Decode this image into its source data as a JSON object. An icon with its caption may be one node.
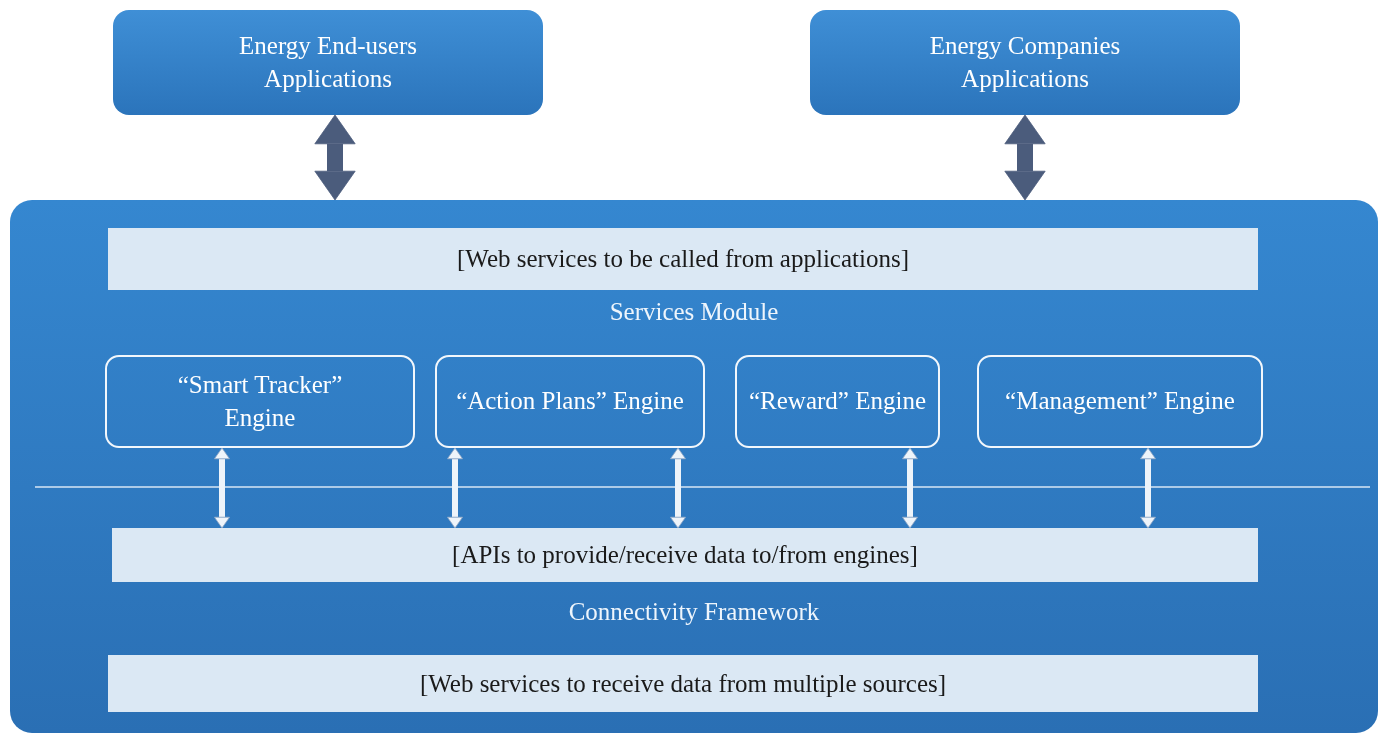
{
  "diagram": {
    "nodes": [
      {
        "text": [
          "Energy End-users Applications"
        ]
      },
      {
        "text": [
          "Energy Companies Applications"
        ]
      },
      {
        "text": [],
        "shape": "box"
      },
      {
        "text": [
          "[Web services to be called from applications]"
        ],
        "in": 2
      },
      {
        "text": [
          "“Smart Tracker” Engine"
        ],
        "in": 2
      },
      {
        "text": [
          "“Action Plans” Engine"
        ],
        "in": 2
      },
      {
        "text": [
          "“Reward” Engine"
        ],
        "in": 2
      },
      {
        "text": [
          "“Management” Engine"
        ],
        "in": 2
      },
      {
        "text": [
          "[APIs to provide/receive data to/from engines]"
        ],
        "in": 2
      },
      {
        "text": [
          "[Web services to receive data from multiple sources]"
        ],
        "in": 2
      }
    ],
    "edges": [
      {
        "from": 0,
        "to": 2,
        "arrow": "both",
        "style": "thick",
        "color": "#4b5c7c"
      },
      {
        "from": 1,
        "to": 2,
        "arrow": "both",
        "style": "thick",
        "color": "#4b5c7c"
      },
      {
        "from": 4,
        "to": 8,
        "arrow": "both"
      },
      {
        "from": 5,
        "to": 8,
        "arrow": "both"
      },
      {
        "from": 5,
        "to": 8,
        "arrow": "both"
      },
      {
        "from": 6,
        "to": 8,
        "arrow": "both"
      },
      {
        "from": 7,
        "to": 8,
        "arrow": "both"
      }
    ],
    "labels": [
      "Services Module",
      "Connectivity Framework"
    ]
  }
}
